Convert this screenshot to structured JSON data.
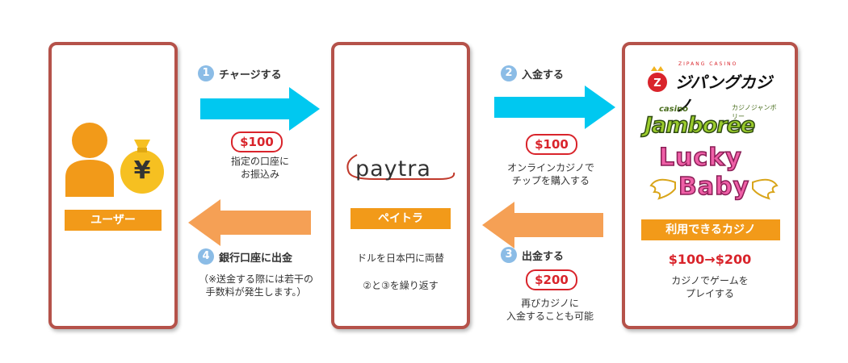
{
  "user": {
    "label": "ユーザー",
    "yen_symbol": "¥"
  },
  "paytra": {
    "logo_text": "paytra",
    "label": "ペイトラ",
    "note1": "ドルを日本円に両替",
    "note2": "②と③を繰り返す"
  },
  "casinos": {
    "label": "利用できるカジノ",
    "logos": {
      "zipang_small": "ZIPANG CASINO",
      "zipang": "ジパングカジノ",
      "jamboree_small": "casino",
      "jamboree": "Jamboree",
      "jamboree_sub": "カジノジャンボリー",
      "lucky": "Lucky",
      "baby": "Baby"
    },
    "amount_change": "$100→$200",
    "desc_line1": "カジノでゲームを",
    "desc_line2": "プレイする"
  },
  "steps": [
    {
      "num": "1",
      "label": "チャージする",
      "amount": "$100",
      "desc_line1": "指定の口座に",
      "desc_line2": "お振込み"
    },
    {
      "num": "2",
      "label": "入金する",
      "amount": "$100",
      "desc_line1": "オンラインカジノで",
      "desc_line2": "チップを購入する"
    },
    {
      "num": "3",
      "label": "出金する",
      "amount": "$200",
      "desc_line1": "再びカジノに",
      "desc_line2": "入金することも可能"
    },
    {
      "num": "4",
      "label": "銀行口座に出金",
      "desc_line1": "（※送金する際には若干の",
      "desc_line2": "手数料が発生します。）"
    }
  ],
  "colors": {
    "border": "#b5524a",
    "orange": "#f29a19",
    "cyan": "#00c8f0",
    "light_orange": "#f5a055",
    "red": "#d9242b",
    "step_blue": "#8bbce6"
  }
}
